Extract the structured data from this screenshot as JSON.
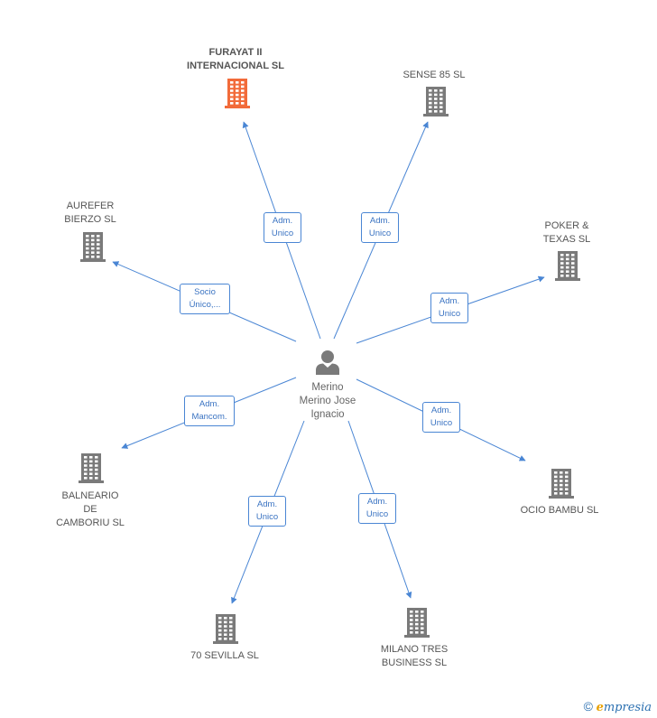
{
  "center": {
    "name_lines": [
      "Merino",
      "Merino Jose",
      "Ignacio"
    ]
  },
  "companies": [
    {
      "id": "furayat",
      "lines": [
        "FURAYAT II",
        "INTERNACIONAL SL"
      ],
      "highlight": true,
      "color": "#f26b3a"
    },
    {
      "id": "sense85",
      "lines": [
        "SENSE 85  SL"
      ],
      "highlight": false,
      "color": "#7a7a7a"
    },
    {
      "id": "aurefer",
      "lines": [
        "AUREFER",
        "BIERZO SL"
      ],
      "highlight": false,
      "color": "#7a7a7a"
    },
    {
      "id": "poker",
      "lines": [
        "POKER &",
        "TEXAS SL"
      ],
      "highlight": false,
      "color": "#7a7a7a"
    },
    {
      "id": "balneario",
      "lines": [
        "BALNEARIO",
        "DE",
        "CAMBORIU SL"
      ],
      "highlight": false,
      "color": "#7a7a7a"
    },
    {
      "id": "ocio",
      "lines": [
        "OCIO BAMBU SL"
      ],
      "highlight": false,
      "color": "#7a7a7a"
    },
    {
      "id": "sevilla",
      "lines": [
        "70 SEVILLA  SL"
      ],
      "highlight": false,
      "color": "#7a7a7a"
    },
    {
      "id": "milano",
      "lines": [
        "MILANO TRES",
        "BUSINESS SL"
      ],
      "highlight": false,
      "color": "#7a7a7a"
    }
  ],
  "roles": [
    {
      "to": "furayat",
      "lines": [
        "Adm.",
        "Unico"
      ]
    },
    {
      "to": "sense85",
      "lines": [
        "Adm.",
        "Unico"
      ]
    },
    {
      "to": "aurefer",
      "lines": [
        "Socio",
        "Único,..."
      ]
    },
    {
      "to": "poker",
      "lines": [
        "Adm.",
        "Unico"
      ]
    },
    {
      "to": "balneario",
      "lines": [
        "Adm.",
        "Mancom."
      ]
    },
    {
      "to": "ocio",
      "lines": [
        "Adm.",
        "Unico"
      ]
    },
    {
      "to": "sevilla",
      "lines": [
        "Adm.",
        "Unico"
      ]
    },
    {
      "to": "milano",
      "lines": [
        "Adm.",
        "Unico"
      ]
    }
  ],
  "colors": {
    "edge": "#4a86d4",
    "person": "#7a7a7a"
  },
  "brand": {
    "copyright": "©",
    "e": "e",
    "rest": "mpresia"
  }
}
